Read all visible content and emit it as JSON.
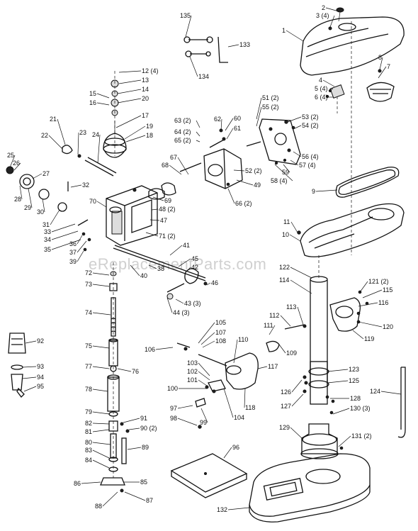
{
  "diagram": {
    "watermark": "eReplacementParts.com",
    "callouts": [
      {
        "id": "c1",
        "text": "1"
      },
      {
        "id": "c2",
        "text": "2"
      },
      {
        "id": "c3",
        "text": "3 (4)"
      },
      {
        "id": "c4",
        "text": "4"
      },
      {
        "id": "c5",
        "text": "5 (4)"
      },
      {
        "id": "c6",
        "text": "6 (4)"
      },
      {
        "id": "c7",
        "text": "7"
      },
      {
        "id": "c8",
        "text": "8"
      },
      {
        "id": "c9",
        "text": "9"
      },
      {
        "id": "c10",
        "text": "10"
      },
      {
        "id": "c11",
        "text": "11"
      },
      {
        "id": "c12",
        "text": "12 (4)"
      },
      {
        "id": "c13",
        "text": "13"
      },
      {
        "id": "c14",
        "text": "14"
      },
      {
        "id": "c15",
        "text": "15"
      },
      {
        "id": "c16",
        "text": "16"
      },
      {
        "id": "c17",
        "text": "17"
      },
      {
        "id": "c18",
        "text": "18"
      },
      {
        "id": "c19",
        "text": "19"
      },
      {
        "id": "c20",
        "text": "20"
      },
      {
        "id": "c21",
        "text": "21"
      },
      {
        "id": "c22",
        "text": "22"
      },
      {
        "id": "c23",
        "text": "23"
      },
      {
        "id": "c24",
        "text": "24"
      },
      {
        "id": "c25",
        "text": "25"
      },
      {
        "id": "c26",
        "text": "26"
      },
      {
        "id": "c27",
        "text": "27"
      },
      {
        "id": "c28",
        "text": "28"
      },
      {
        "id": "c29",
        "text": "29"
      },
      {
        "id": "c30",
        "text": "30"
      },
      {
        "id": "c31",
        "text": "31"
      },
      {
        "id": "c32",
        "text": "32"
      },
      {
        "id": "c33",
        "text": "33"
      },
      {
        "id": "c34",
        "text": "34"
      },
      {
        "id": "c35",
        "text": "35"
      },
      {
        "id": "c36",
        "text": "36"
      },
      {
        "id": "c37",
        "text": "37"
      },
      {
        "id": "c38",
        "text": "38"
      },
      {
        "id": "c39",
        "text": "39"
      },
      {
        "id": "c40",
        "text": "40"
      },
      {
        "id": "c41",
        "text": "41"
      },
      {
        "id": "c42",
        "text": "42"
      },
      {
        "id": "c43",
        "text": "43 (3)"
      },
      {
        "id": "c44",
        "text": "44 (3)"
      },
      {
        "id": "c45",
        "text": "45"
      },
      {
        "id": "c46",
        "text": "46"
      },
      {
        "id": "c47",
        "text": "47"
      },
      {
        "id": "c48",
        "text": "48 (2)"
      },
      {
        "id": "c49",
        "text": "49"
      },
      {
        "id": "c51",
        "text": "51 (2)"
      },
      {
        "id": "c52",
        "text": "52 (2)"
      },
      {
        "id": "c53",
        "text": "53 (2)"
      },
      {
        "id": "c54",
        "text": "54 (2)"
      },
      {
        "id": "c55",
        "text": "55 (2)"
      },
      {
        "id": "c56",
        "text": "56 (4)"
      },
      {
        "id": "c57",
        "text": "57 (4)"
      },
      {
        "id": "c58",
        "text": "58 (4)"
      },
      {
        "id": "c59",
        "text": "59"
      },
      {
        "id": "c60",
        "text": "60"
      },
      {
        "id": "c61",
        "text": "61"
      },
      {
        "id": "c62",
        "text": "62"
      },
      {
        "id": "c63",
        "text": "63 (2)"
      },
      {
        "id": "c64",
        "text": "64 (2)"
      },
      {
        "id": "c65",
        "text": "65 (2)"
      },
      {
        "id": "c66",
        "text": "66 (2)"
      },
      {
        "id": "c67",
        "text": "67"
      },
      {
        "id": "c68",
        "text": "68"
      },
      {
        "id": "c69",
        "text": "69"
      },
      {
        "id": "c70",
        "text": "70"
      },
      {
        "id": "c71",
        "text": "71 (2)"
      },
      {
        "id": "c72",
        "text": "72"
      },
      {
        "id": "c73",
        "text": "73"
      },
      {
        "id": "c74",
        "text": "74"
      },
      {
        "id": "c75",
        "text": "75"
      },
      {
        "id": "c76",
        "text": "76"
      },
      {
        "id": "c77",
        "text": "77"
      },
      {
        "id": "c78",
        "text": "78"
      },
      {
        "id": "c79",
        "text": "79"
      },
      {
        "id": "c80",
        "text": "80"
      },
      {
        "id": "c81",
        "text": "81"
      },
      {
        "id": "c82",
        "text": "82"
      },
      {
        "id": "c83",
        "text": "83"
      },
      {
        "id": "c84",
        "text": "84"
      },
      {
        "id": "c85",
        "text": "85"
      },
      {
        "id": "c86",
        "text": "86"
      },
      {
        "id": "c87",
        "text": "87"
      },
      {
        "id": "c88",
        "text": "88"
      },
      {
        "id": "c89",
        "text": "89"
      },
      {
        "id": "c90",
        "text": "90 (2)"
      },
      {
        "id": "c91",
        "text": "91"
      },
      {
        "id": "c92",
        "text": "92"
      },
      {
        "id": "c93",
        "text": "93"
      },
      {
        "id": "c94",
        "text": "94"
      },
      {
        "id": "c95",
        "text": "95"
      },
      {
        "id": "c96",
        "text": "96"
      },
      {
        "id": "c97",
        "text": "97"
      },
      {
        "id": "c98",
        "text": "98"
      },
      {
        "id": "c99",
        "text": "99"
      },
      {
        "id": "c100",
        "text": "100"
      },
      {
        "id": "c101",
        "text": "101"
      },
      {
        "id": "c102",
        "text": "102"
      },
      {
        "id": "c103",
        "text": "103"
      },
      {
        "id": "c104",
        "text": "104"
      },
      {
        "id": "c105",
        "text": "105"
      },
      {
        "id": "c106",
        "text": "106"
      },
      {
        "id": "c107",
        "text": "107"
      },
      {
        "id": "c108",
        "text": "108"
      },
      {
        "id": "c109",
        "text": "109"
      },
      {
        "id": "c110",
        "text": "110"
      },
      {
        "id": "c111",
        "text": "111"
      },
      {
        "id": "c112",
        "text": "112"
      },
      {
        "id": "c113",
        "text": "113"
      },
      {
        "id": "c114",
        "text": "114"
      },
      {
        "id": "c115",
        "text": "115"
      },
      {
        "id": "c116",
        "text": "116"
      },
      {
        "id": "c117",
        "text": "117"
      },
      {
        "id": "c118",
        "text": "118"
      },
      {
        "id": "c119",
        "text": "119"
      },
      {
        "id": "c120",
        "text": "120"
      },
      {
        "id": "c121",
        "text": "121 (2)"
      },
      {
        "id": "c122",
        "text": "122"
      },
      {
        "id": "c123",
        "text": "123"
      },
      {
        "id": "c124",
        "text": "124"
      },
      {
        "id": "c125",
        "text": "125"
      },
      {
        "id": "c126",
        "text": "126"
      },
      {
        "id": "c127",
        "text": "127"
      },
      {
        "id": "c128",
        "text": "128"
      },
      {
        "id": "c129",
        "text": "129"
      },
      {
        "id": "c130",
        "text": "130 (3)"
      },
      {
        "id": "c131",
        "text": "131 (2)"
      },
      {
        "id": "c132",
        "text": "132"
      },
      {
        "id": "c133",
        "text": "133"
      },
      {
        "id": "c134",
        "text": "134"
      },
      {
        "id": "c135",
        "text": "135"
      }
    ]
  }
}
